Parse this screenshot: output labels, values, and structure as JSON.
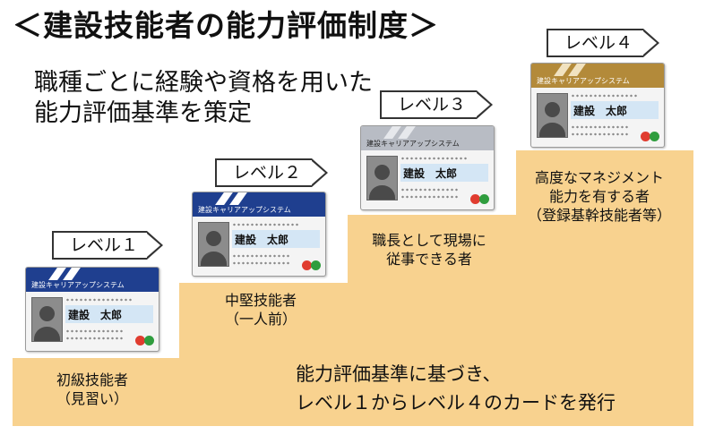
{
  "title": "＜建設技能者の能力評価制度＞",
  "description": {
    "line1": "職種ごとに経験や資格を用いた",
    "line2": "能力評価基準を策定"
  },
  "card": {
    "system_name": "建設キャリアアップシステム",
    "holder_name": "建設　太郎"
  },
  "levels": [
    {
      "tag": "レベル１",
      "caption_lines": [
        "初級技能者",
        "（見習い）"
      ]
    },
    {
      "tag": "レベル２",
      "caption_lines": [
        "中堅技能者",
        "（一人前）"
      ]
    },
    {
      "tag": "レベル３",
      "caption_lines": [
        "職長として現場に",
        "従事できる者"
      ]
    },
    {
      "tag": "レベル４",
      "caption_lines": [
        "高度なマネジメント",
        "能力を有する者",
        "（登録基幹技能者等）"
      ]
    }
  ],
  "closing": {
    "line1": "能力評価基準に基づき、",
    "line2": "レベル１からレベル４のカードを発行"
  },
  "colors": {
    "step_fill": "#f8d28f",
    "card_header_level1": "#1f3f8f",
    "card_header_level2": "#1f3f8f",
    "card_header_level3": "#b8bcc4",
    "card_header_level4": "#b38a3a",
    "name_box": "#d4e6f5"
  }
}
